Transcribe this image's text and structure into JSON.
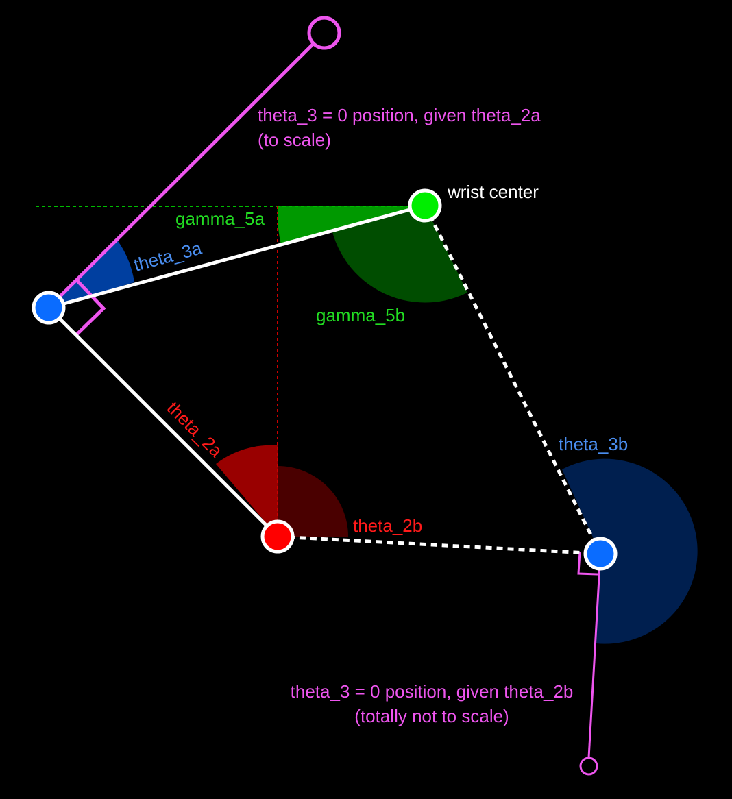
{
  "labels": {
    "top_note_line1": "theta_3 = 0 position, given theta_2a",
    "top_note_line2": "(to scale)",
    "wrist_center": "wrist center",
    "gamma_5a": "gamma_5a",
    "gamma_5b": "gamma_5b",
    "theta_3a": "theta_3a",
    "theta_2a": "theta_2a",
    "theta_2b": "theta_2b",
    "theta_3b": "theta_3b",
    "bottom_note_line1": "theta_3 = 0 position, given theta_2b",
    "bottom_note_line2": "(totally not to scale)"
  },
  "colors": {
    "background": "#000000",
    "link": "#ffffff",
    "magenta": "#ee55ee",
    "blue_joint": "#0a6cff",
    "red_joint": "#ff0000",
    "green_joint": "#00ee00",
    "theta_3a_wedge": "#003fa0",
    "theta_3b_wedge": "#001f4f",
    "theta_2a_wedge": "#990000",
    "theta_2b_wedge": "#4a0000",
    "gamma_5a_wedge": "#009900",
    "gamma_5b_wedge": "#004d00",
    "green_label": "#22dd22",
    "blue_label": "#4a8ef0",
    "red_label": "#ff1a1a"
  }
}
